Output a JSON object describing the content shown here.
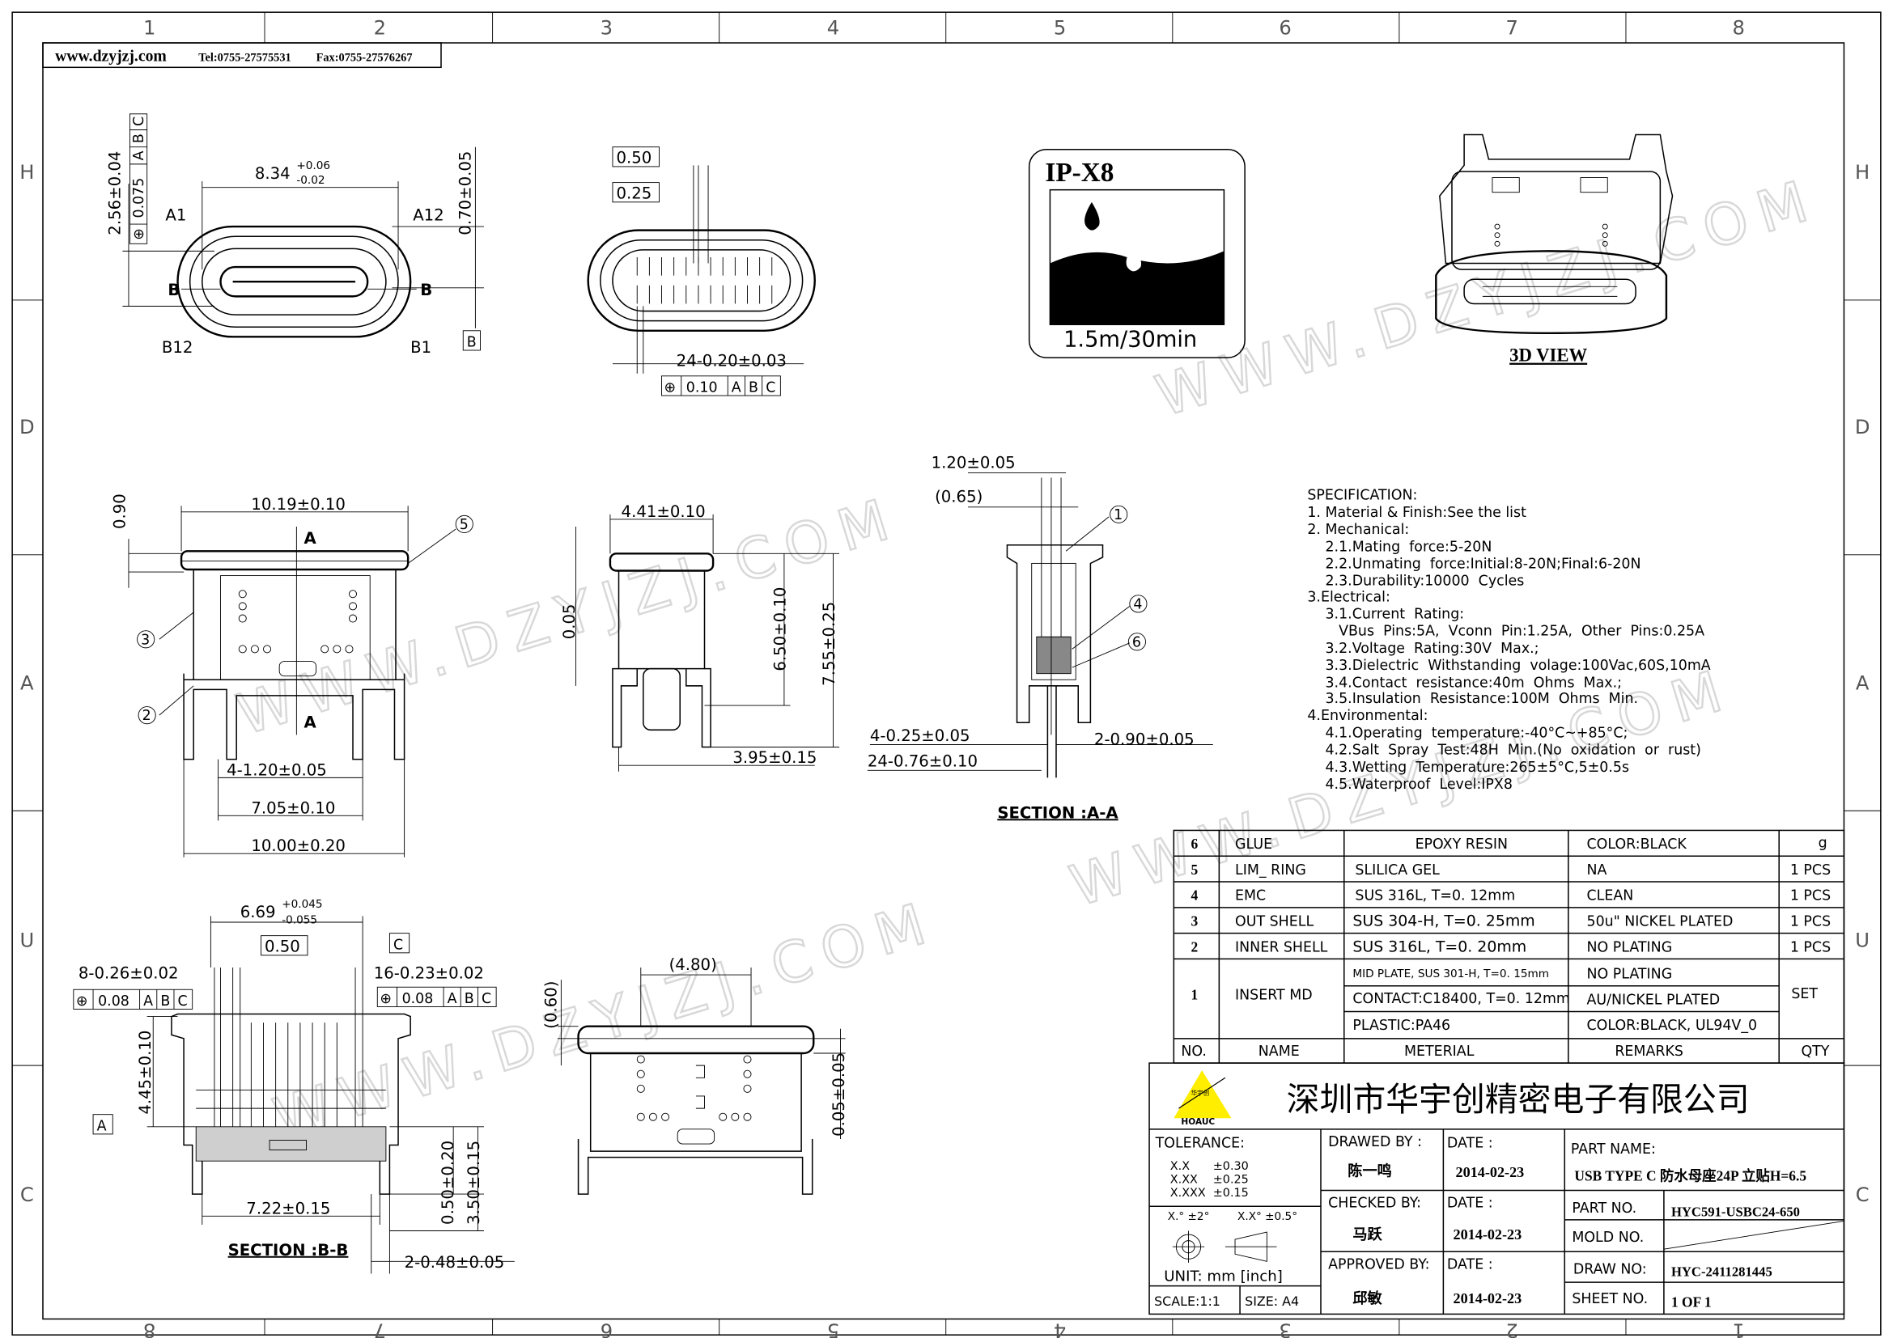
{
  "header": {
    "website": "www.dzyjzj.com",
    "tel": "Tel:0755-27575531",
    "fax": "Fax:0755-27576267"
  },
  "border": {
    "columns": [
      "1",
      "2",
      "3",
      "4",
      "5",
      "6",
      "7",
      "8"
    ],
    "rows": [
      "H",
      "D",
      "A",
      "U",
      "C"
    ]
  },
  "watermark": "WWW.DZYJZJ.COM",
  "front_view": {
    "width_dim": "8.34",
    "width_tol_plus": "+0.06",
    "width_tol_minus": "-0.02",
    "pin_a1": "A1",
    "pin_a12": "A12",
    "pin_b12": "B12",
    "pin_b1": "B1",
    "section_b": "B",
    "height_dim": "2.56±0.04",
    "fcf": [
      "0.075",
      "A",
      "B",
      "C"
    ],
    "right_dim": "0.70±0.05",
    "datum": "B"
  },
  "contact_view": {
    "box1": "0.50",
    "box2": "0.25",
    "pitch_dim": "24-0.20±0.03",
    "fcf": [
      "0.10",
      "A",
      "B",
      "C"
    ]
  },
  "ip_badge": {
    "title": "IP-X8",
    "caption": "1.5m/30min"
  },
  "view_3d": {
    "label": "3D VIEW"
  },
  "side_view_front": {
    "top_dim": "0.90",
    "width_dim": "10.19±0.10",
    "section_a": "A",
    "balloons": [
      "5",
      "3",
      "2"
    ],
    "pin_dim": "4-1.20±0.05",
    "mid_dim": "7.05±0.10",
    "base_dim": "10.00±0.20"
  },
  "side_view": {
    "width_dim": "4.41±0.10",
    "gap_dim": "0.05",
    "h1": "6.50±0.10",
    "h2": "7.55±0.25",
    "base_dim": "3.95±0.15"
  },
  "section_aa": {
    "top_dim": "1.20±0.05",
    "ref_dim": "(0.65)",
    "balloons": [
      "1",
      "4",
      "6"
    ],
    "pin_dim": "4-0.25±0.05",
    "right_dim": "2-0.90±0.05",
    "pitch_dim": "24-0.76±0.10",
    "title": "SECTION :A-A"
  },
  "section_bb": {
    "width_dim": "6.69",
    "tol_plus": "+0.045",
    "tol_minus": "-0.055",
    "box": "0.50",
    "datum_c": "C",
    "left_pins": "8-0.26±0.02",
    "right_pins": "16-0.23±0.02",
    "fcf_left": [
      "0.08",
      "A",
      "B",
      "C"
    ],
    "fcf_right": [
      "0.08",
      "A",
      "B",
      "C"
    ],
    "height_dim": "4.45±0.10",
    "datum_a": "A",
    "base_dim": "7.22±0.15",
    "h1": "0.50±0.20",
    "h2": "3.50±0.15",
    "title": "SECTION :B-B",
    "foot_dim": "2-0.48±0.05"
  },
  "rear_view": {
    "top_dim": "(4.80)",
    "left_dim": "(0.60)",
    "right_dim": "0.05±0.05"
  },
  "specification": [
    "SPECIFICATION:",
    "1.  Material  &  Finish:See  the  list",
    "2.  Mechanical:",
    "    2.1.Mating  force:5-20N",
    "    2.2.Unmating  force:Initial:8-20N;Final:6-20N",
    "    2.3.Durability:10000  Cycles",
    "3.Electrical:",
    "    3.1.Current  Rating:",
    "       VBus  Pins:5A,  Vconn  Pin:1.25A,  Other  Pins:0.25A",
    "    3.2.Voltage  Rating:30V  Max.;",
    "    3.3.Dielectric  Withstanding  volage:100Vac,60S,10mA",
    "    3.4.Contact  resistance:40m  Ohms  Max.;",
    "    3.5.Insulation  Resistance:100M  Ohms  Min.",
    "4.Environmental:",
    "    4.1.Operating  temperature:-40°C~+85°C;",
    "    4.2.Salt  Spray  Test:48H  Min.(No  oxidation  or  rust)",
    "    4.3.Wetting  Temperature:265±5°C,5±0.5s",
    "    4.5.Waterproof  Level:IPX8"
  ],
  "bom": {
    "headers": [
      "NO.",
      "NAME",
      "METERIAL",
      "REMARKS",
      "QTY"
    ],
    "rows": [
      {
        "no": "6",
        "name": "GLUE",
        "material": "EPOXY RESIN",
        "remarks": "COLOR:BLACK",
        "qty": "g"
      },
      {
        "no": "5",
        "name": "LIM_ RING",
        "material": "SLILICA GEL",
        "remarks": "NA",
        "qty": "1 PCS"
      },
      {
        "no": "4",
        "name": "EMC",
        "material": "SUS 316L, T=0. 12mm",
        "remarks": "CLEAN",
        "qty": "1 PCS"
      },
      {
        "no": "3",
        "name": "OUT SHELL",
        "material": "SUS 304-H, T=0. 25mm",
        "remarks": "50u\" NICKEL PLATED",
        "qty": "1 PCS"
      },
      {
        "no": "2",
        "name": "INNER SHELL",
        "material": "SUS 316L, T=0. 20mm",
        "remarks": "NO PLATING",
        "qty": "1 PCS"
      }
    ],
    "insert": {
      "no": "1",
      "name": "INSERT MD",
      "qty": "SET",
      "materials": [
        "MID PLATE, SUS 301-H, T=0. 15mm",
        "CONTACT:C18400, T=0. 12mm",
        "PLASTIC:PA46"
      ],
      "remarks": [
        "NO PLATING",
        "AU/NICKEL PLATED",
        "COLOR:BLACK, UL94V_0"
      ]
    }
  },
  "title_block": {
    "company": "深圳市华宇创精密电子有限公司",
    "logo_text": "HOAUC",
    "logo_inner": "华宇创",
    "tolerance_label": "TOLERANCE:",
    "tolerances": [
      [
        "X.X",
        "±0.30"
      ],
      [
        "X.XX",
        "±0.25"
      ],
      [
        "X.XXX",
        "±0.15"
      ]
    ],
    "angle_tol": [
      "X.° ±2°",
      "X.X° ±0.5°"
    ],
    "unit": "UNIT: mm  [inch]",
    "scale": "SCALE:1:1",
    "size": "SIZE:  A4",
    "drawed_by_label": "DRAWED  BY :",
    "drawed_by": "陈一鸣",
    "checked_by_label": "CHECKED  BY:",
    "checked_by": "马跃",
    "approved_by_label": "APPROVED  BY:",
    "approved_by": "邱敏",
    "date_label": "DATE  :",
    "dates": [
      "2014-02-23",
      "2014-02-23",
      "2014-02-23"
    ],
    "part_name_label": "PART  NAME:",
    "part_name": "USB  TYPE  C  防水母座24P  立贴H=6.5",
    "part_no_label": "PART  NO.",
    "part_no": "HYC591-USBC24-650",
    "mold_no_label": "MOLD  NO.",
    "draw_no_label": "DRAW  NO:",
    "draw_no": "HYC-2411281445",
    "sheet_no_label": "SHEET  NO.",
    "sheet_no": "1  OF  1"
  }
}
